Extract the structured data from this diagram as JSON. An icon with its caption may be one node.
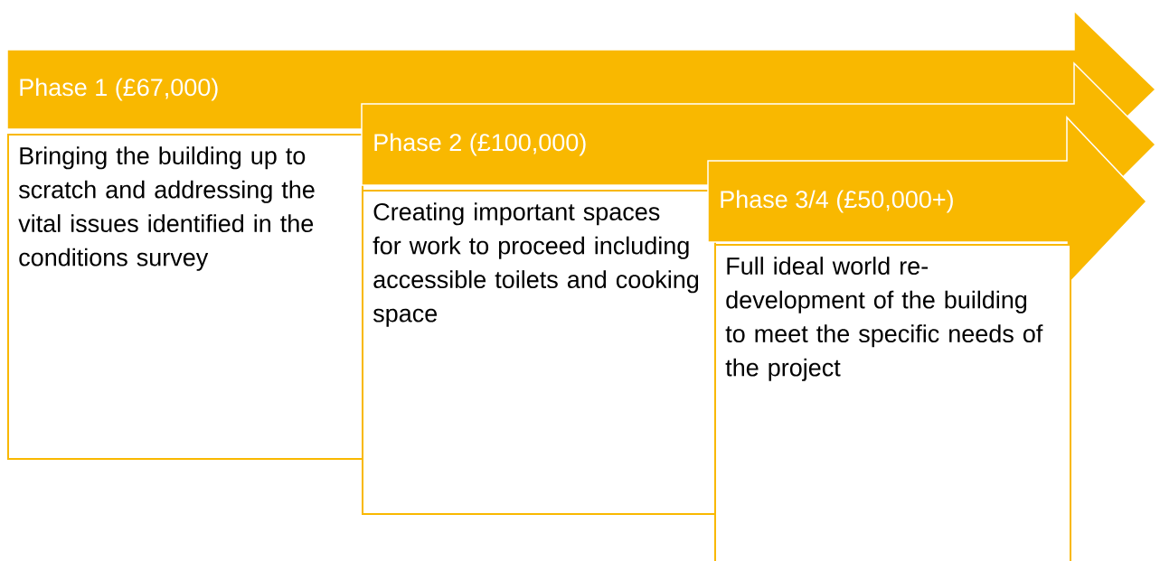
{
  "diagram": {
    "nodes": [
      {
        "text": [
          "Phase 1 (£67,000)"
        ]
      },
      {
        "text": [
          "Bringing the building up to scratch and addressing the vital issues identified in the conditions survey"
        ]
      },
      {
        "text": [
          "Phase 2 (£100,000)"
        ]
      },
      {
        "text": [
          "Creating important spaces for work to proceed including accessible toilets and cooking space"
        ]
      },
      {
        "text": [
          "Phase 3/4 (£50,000+)"
        ]
      },
      {
        "text": [
          "Full ideal world re-development of the building to meet the specific needs of the project"
        ]
      }
    ]
  }
}
